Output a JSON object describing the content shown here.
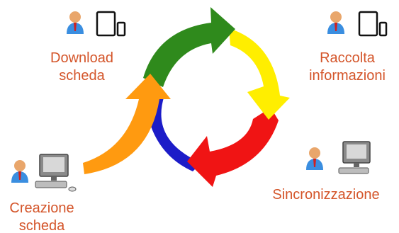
{
  "diagram": {
    "steps": [
      {
        "id": "download",
        "lines": [
          "Download",
          "scheda"
        ],
        "devices": [
          "user-icon",
          "tablet-icon",
          "phone-icon"
        ]
      },
      {
        "id": "raccolta",
        "lines": [
          "Raccolta",
          "informazioni"
        ],
        "devices": [
          "user-icon",
          "tablet-icon",
          "phone-icon"
        ]
      },
      {
        "id": "sincronizzazione",
        "lines": [
          "Sincronizzazione"
        ],
        "devices": [
          "user-icon",
          "desktop-computer-icon"
        ]
      },
      {
        "id": "creazione",
        "lines": [
          "Creazione",
          "scheda"
        ],
        "devices": [
          "user-icon",
          "desktop-computer-icon"
        ]
      }
    ],
    "colors": {
      "label": "#d4552a",
      "arrow_green": "#2f8a1c",
      "arrow_yellow": "#ffee00",
      "arrow_red": "#f01414",
      "arrow_blue": "#1c1cc8",
      "arrow_orange": "#ff9a10"
    }
  }
}
